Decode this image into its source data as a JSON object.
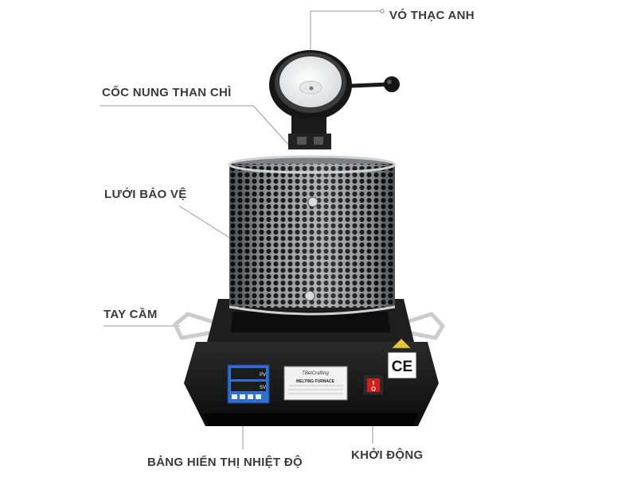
{
  "callouts": {
    "quartz_cover": "VÓ THẠC ANH",
    "graphite_crucible": "CỐC NUNG THAN CHÌ",
    "protective_mesh": "LƯỚI BẢO VỆ",
    "handle": "TAY CẦM",
    "temperature_display": "BẢNG HIỂN THỊ NHIỆT ĐỘ",
    "power_switch": "KHỞI ĐỘNG"
  },
  "nameplate": {
    "brand": "TBetCrafting",
    "title": "MELTING FURNACE"
  },
  "controller": {
    "pv_label": "PV",
    "sv_label": "SV"
  },
  "certification": "CE",
  "colors": {
    "body": "#141414",
    "mesh": "#9a9ea3",
    "display_panel": "#2f6fd0",
    "switch_red": "#d41c1c",
    "label_text": "#3a3a3a"
  }
}
